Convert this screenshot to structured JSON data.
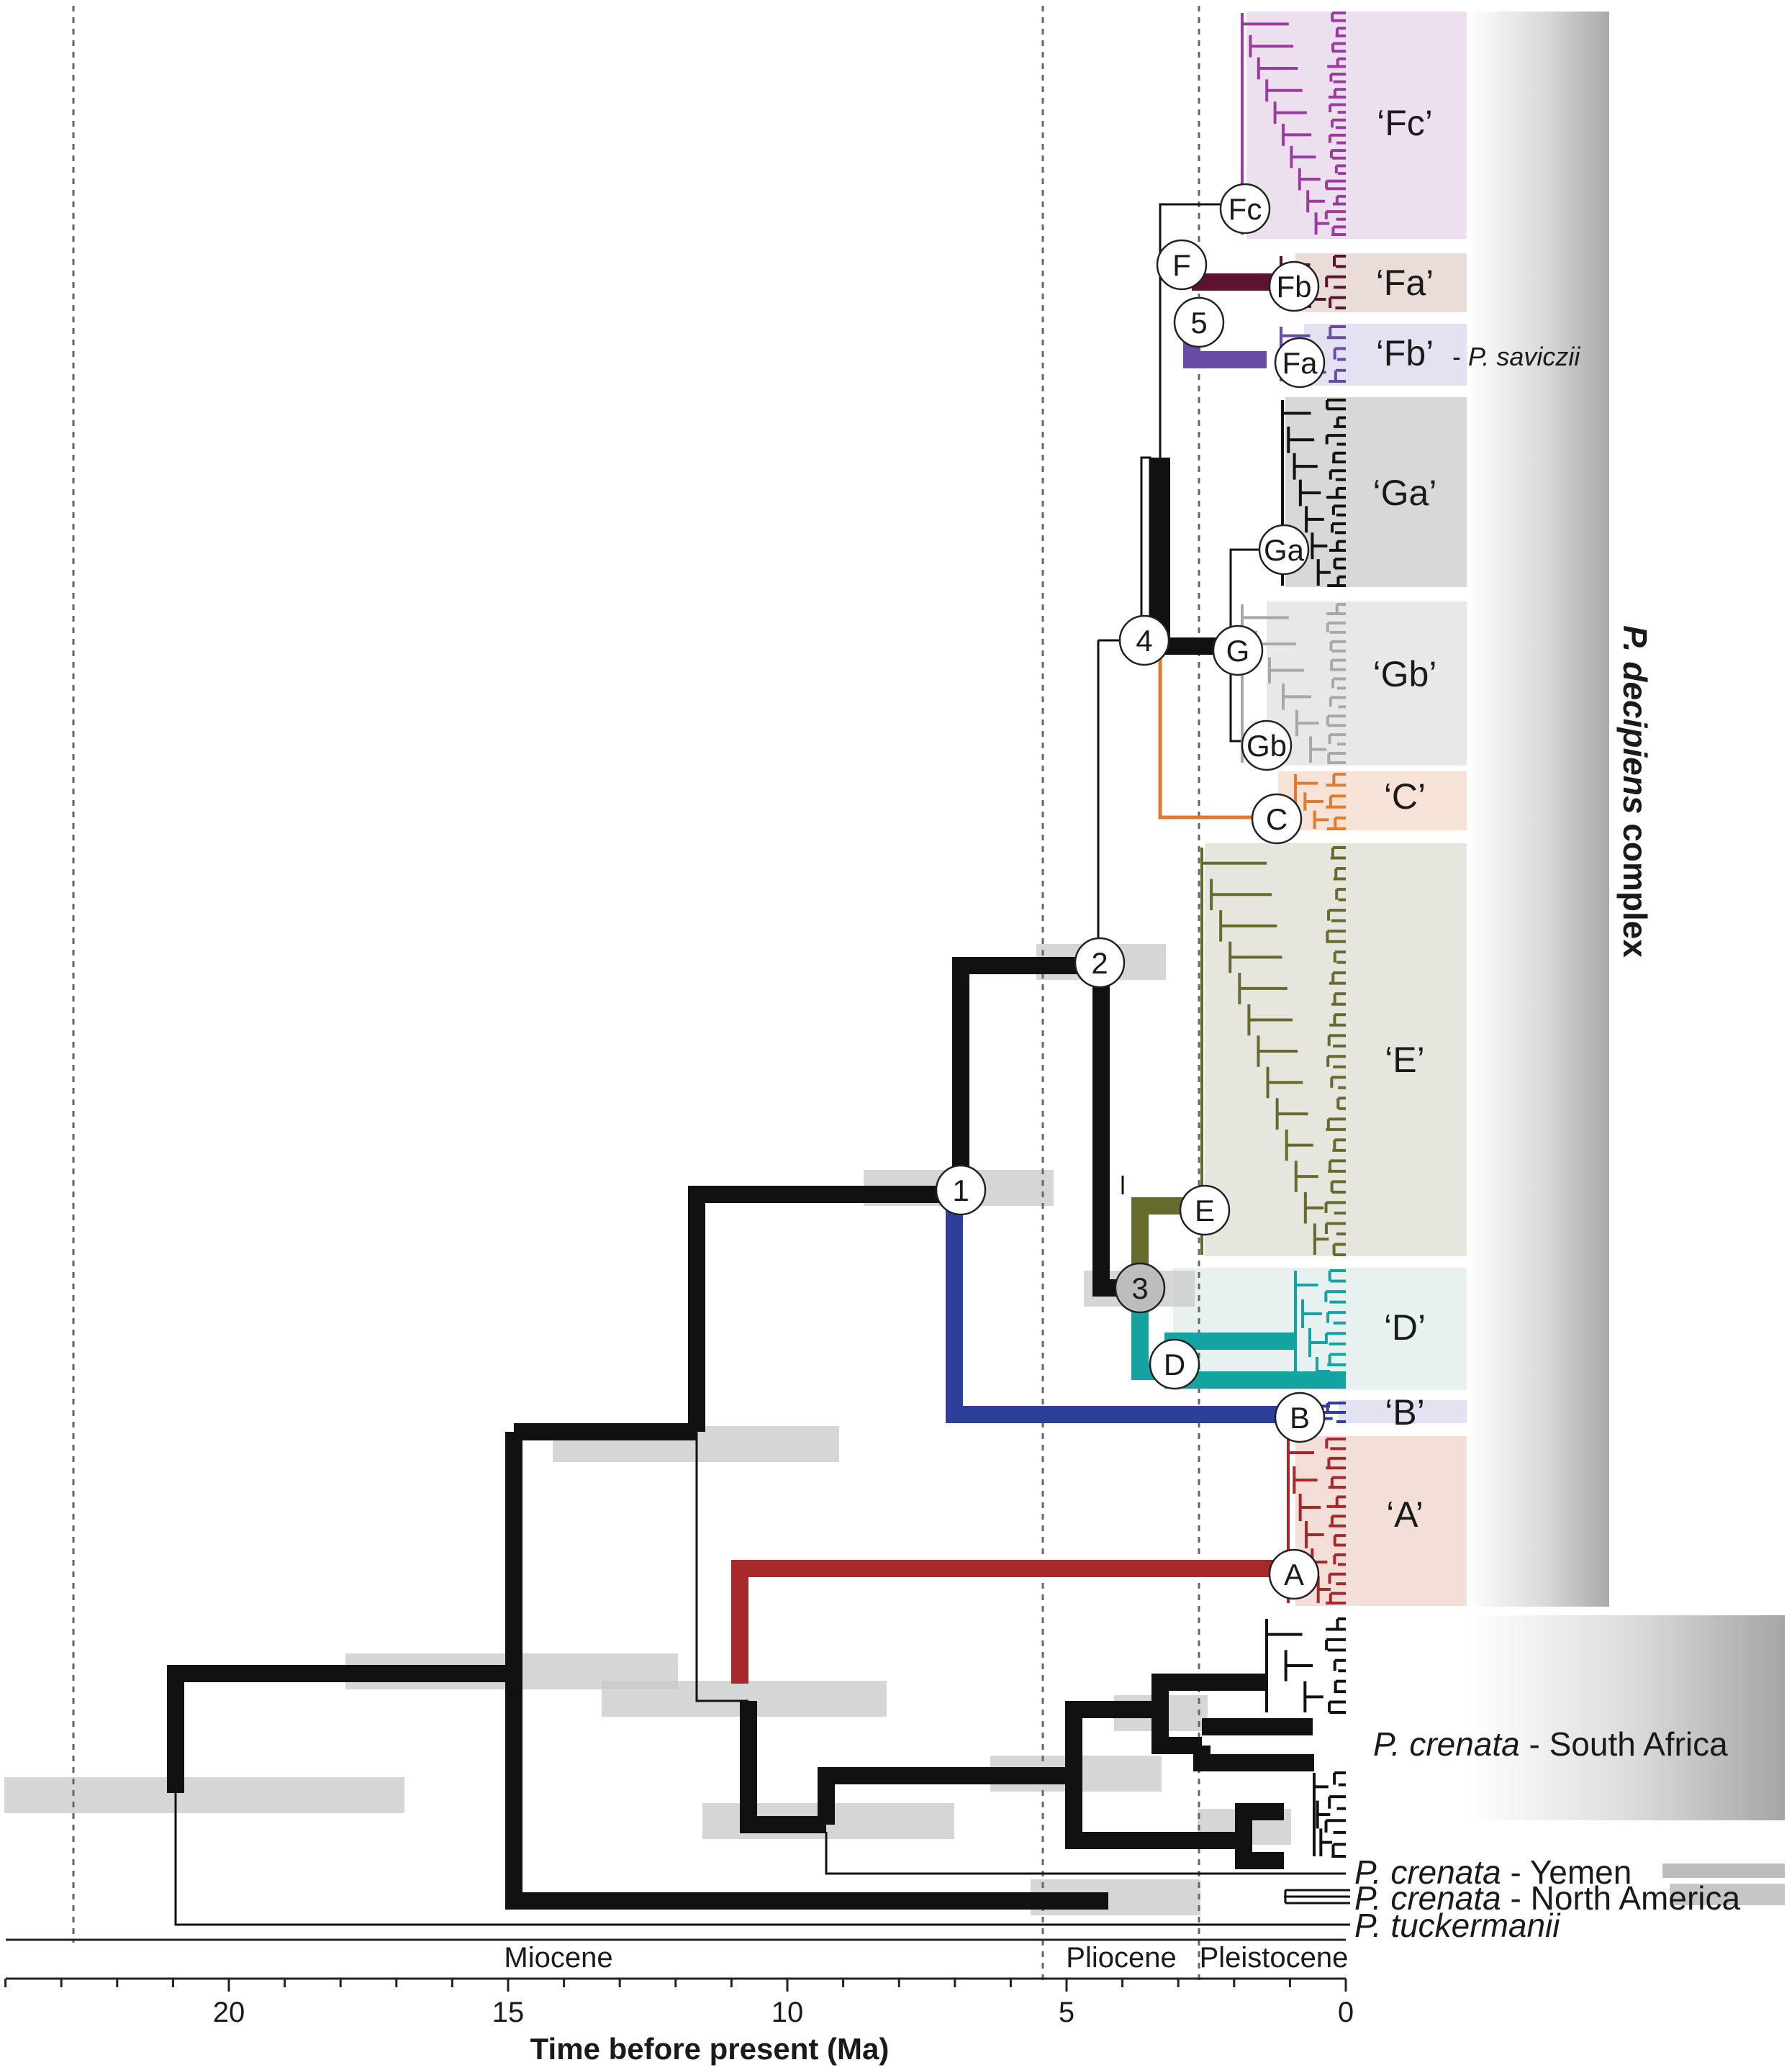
{
  "axis": {
    "title": "Time before present (Ma)",
    "ticks": [
      "20",
      "15",
      "10",
      "5",
      "0"
    ],
    "range_ma": [
      24.1,
      0
    ]
  },
  "epochs": [
    "Miocene",
    "Pliocene",
    "Pleistocene"
  ],
  "epoch_boundaries_ma": [
    23.0,
    5.3,
    2.6
  ],
  "nodes": [
    "1",
    "2",
    "3",
    "4",
    "5",
    "F",
    "G",
    "Fc",
    "Fb",
    "Fa",
    "Ga",
    "Gb",
    "C",
    "E",
    "D",
    "B",
    "A"
  ],
  "clades": [
    {
      "label": "‘Fc’",
      "color": "#9b3aa0"
    },
    {
      "label": "‘Fa’",
      "color": "#5e1232"
    },
    {
      "label": "‘Fb’",
      "color": "#6a4ca8"
    },
    {
      "label": "‘Ga’",
      "color": "#1a1a1a"
    },
    {
      "label": "‘Gb’",
      "color": "#a8a8a8"
    },
    {
      "label": "‘C’",
      "color": "#e07a2c"
    },
    {
      "label": "‘E’",
      "color": "#666a2c"
    },
    {
      "label": "‘D’",
      "color": "#14a3a1"
    },
    {
      "label": "‘B’",
      "color": "#2e3f9a"
    },
    {
      "label": "‘A’",
      "color": "#a62828"
    }
  ],
  "annotations": {
    "savic_prefix": "- ",
    "savic_species": "P. saviczii",
    "complex_species": "P. decipiens",
    "complex_word": " complex"
  },
  "taxa": [
    {
      "species": "P. crenata",
      "region": " - South Africa"
    },
    {
      "species": "P. crenata",
      "region": " - Yemen"
    },
    {
      "species": "P. crenata",
      "region": " - North America"
    },
    {
      "species": "P. tuckermanii",
      "region": ""
    }
  ],
  "colors": {
    "backbone": "#111111",
    "fc": "#9b3aa0",
    "fa": "#5e1232",
    "fb": "#6a4ca8",
    "gb": "#a8a8a8",
    "c": "#e07a2c",
    "e": "#666a2c",
    "d": "#14a3a1",
    "b": "#2e3f9a",
    "a": "#a62828",
    "hpd_bar": "#c8c8c8"
  }
}
